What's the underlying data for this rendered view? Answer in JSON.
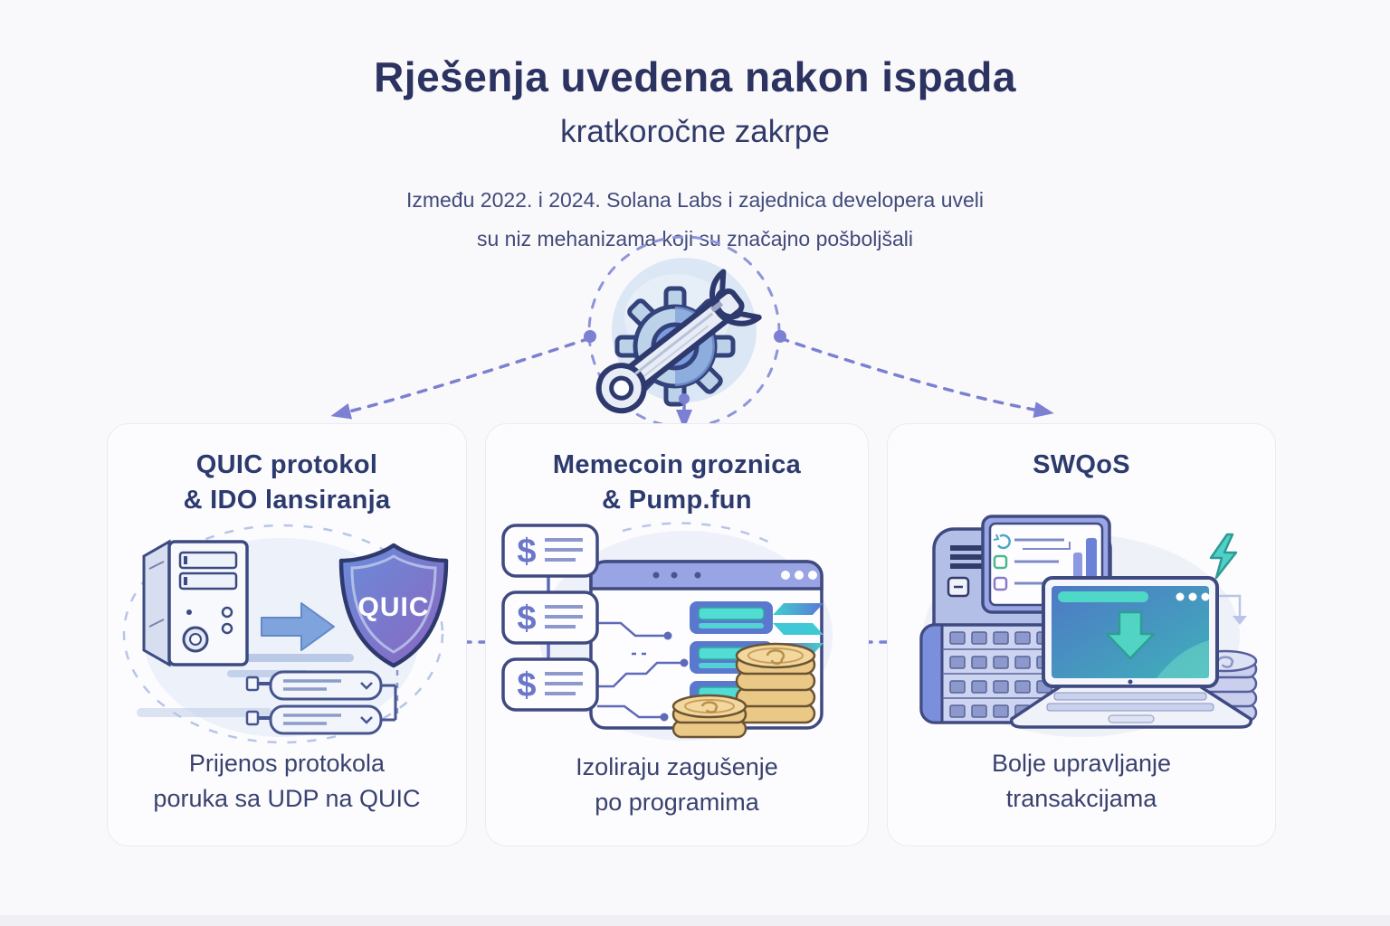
{
  "header": {
    "title": "Rješenja uvedena nakon ispada",
    "subtitle": "kratkoročne zakrpe",
    "description_line1": "Između 2022. i 2024. Solana Labs i zajednica developera uveli",
    "description_line2": "su niz mehanizama koji su značajno pošboljšali"
  },
  "hub": {
    "icon": "gear-wrench-icon"
  },
  "cards": [
    {
      "id": "quic",
      "title_line1": "QUIC protokol",
      "title_line2": "& IDO lansiranja",
      "illustration": "server-arrow-quic-shield",
      "shield_label": "QUIC",
      "caption_line1": "Prijenos protokola",
      "caption_line2": "poruka sa UDP na QUIC"
    },
    {
      "id": "memecoin",
      "title_line1": "Memecoin groznica",
      "title_line2": "& Pump.fun",
      "illustration": "program-isolation-browser-coins",
      "dollar_symbol": "$",
      "caption_line1": "Izoliraju zagušenje",
      "caption_line2": "po programima"
    },
    {
      "id": "swqos",
      "title_line1": "SWQoS",
      "title_line2": "",
      "illustration": "laptop-download-transactions",
      "caption_line1": "Bolje upravljanje",
      "caption_line2": "transakcijama"
    }
  ],
  "colors": {
    "page_background": "#f9f9fc",
    "card_background": "#fcfcfe",
    "title_text": "#2c3360",
    "body_text": "#414a79",
    "connector": "#7b80d2",
    "shield_blue": "#6a8cda",
    "shield_purple": "#8a66c0",
    "accent_teal": "#4fd6c8",
    "program_row_blue": "#5b78cf",
    "coin_gold": "#eac987",
    "coin_silver": "#c9cfec"
  }
}
